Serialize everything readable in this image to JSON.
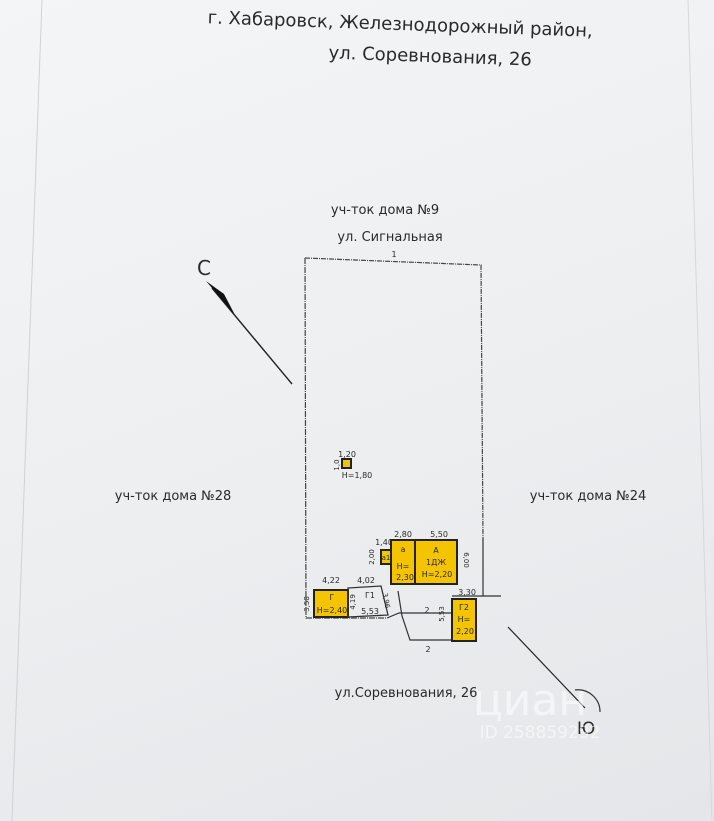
{
  "header": {
    "line1": "г. Хабаровск, Железнодорожный район,",
    "line2": "ул. Соревнования, 26"
  },
  "neighbors": {
    "top_plot": "уч-ток дома №9",
    "top_street": "ул. Сигнальная",
    "left_plot": "уч-ток дома №28",
    "right_plot": "уч-ток дома №24",
    "bottom_street": "ул.Соревнования, 26"
  },
  "compass": {
    "north": "С",
    "south": "Ю"
  },
  "markers": {
    "top_point": "1"
  },
  "small_object": {
    "width": "1,20",
    "depth": "1,0",
    "height": "H=1,80"
  },
  "building_a": {
    "letter": "А",
    "floors": "1ДЖ",
    "height": "H=2,20",
    "width": "5,50",
    "depth": "6,00"
  },
  "building_a_ext": {
    "letter": "а",
    "height_label": "H=",
    "height_value": "2,30",
    "width": "2,80",
    "depth": "2,00"
  },
  "building_a1": {
    "letter": "а1",
    "width": "1,40"
  },
  "building_g": {
    "letter": "Г",
    "height": "H=2,40",
    "width": "4,22",
    "depth": "3,58"
  },
  "building_g1": {
    "letter": "Г1",
    "width": "4,02",
    "depth_left": "4,19",
    "depth_right": "3,96",
    "bottom": "5,53"
  },
  "building_g2": {
    "letter": "Г2",
    "height_label": "H=",
    "height_value": "2,20",
    "width": "3,30",
    "depth": "5,53"
  },
  "dims": {
    "mid": "2",
    "bottom": "2"
  },
  "watermark": {
    "brand": "циан",
    "id": "ID 258859292"
  },
  "colors": {
    "building": "#f5c400",
    "ink": "#2a2a2a",
    "paper": "#f1f2f3"
  }
}
